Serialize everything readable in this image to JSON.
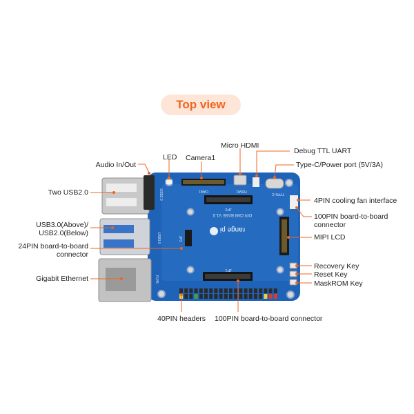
{
  "title": "Top view",
  "board_silkscreen": {
    "model": "OPI CM4 BASE V1.3",
    "brand": "range pi",
    "jp1": "JP1",
    "jp2": "JP2",
    "cam": "CAM1",
    "hdmi": "HDMI1",
    "usb": "USB2.0",
    "typec": "TYPE-C",
    "rj45": "RJ45",
    "usb3": "USB3.0",
    "jp3": "JP3"
  },
  "labels": {
    "audio": "Audio In/Out",
    "led": "LED",
    "camera": "Camera1",
    "micro_hdmi": "Micro HDMI",
    "debug_uart": "Debug TTL UART",
    "typec_power": "Type-C/Power port (5V/3A)",
    "two_usb": "Two USB2.0",
    "fan": "4PIN cooling fan interface",
    "connector100_top_1": "100PIN board-to-board",
    "connector100_top_2": "connector",
    "usb3_1": "USB3.0(Above)/",
    "usb3_2": "USB2.0(Below)",
    "connector24_1": "24PIN board-to-board",
    "connector24_2": "connector",
    "mipi_lcd": "MIPI LCD",
    "ethernet": "Gigabit Ethernet",
    "recovery": "Recovery Key",
    "reset": "Reset Key",
    "maskrom": "MaskROM Key",
    "headers40": "40PIN headers",
    "connector100_bottom": "100PIN board-to-board connector"
  },
  "colors": {
    "accent": "#f0651e",
    "pill_bg": "#fde6d8",
    "board": "#1f63b8",
    "leader": "#f0651e"
  }
}
